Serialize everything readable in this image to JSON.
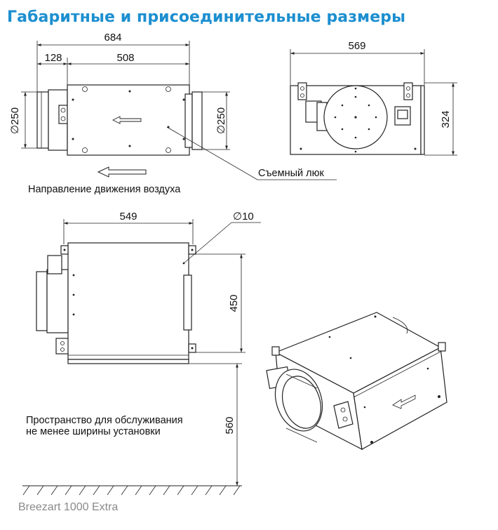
{
  "title": "Габаритные и присоединительные размеры",
  "model": "Breezart 1000 Extra",
  "top_view": {
    "overall_width": "684",
    "spigot_length": "128",
    "body_length": "508",
    "inlet_diameter": "∅250",
    "outlet_diameter": "∅250",
    "hatch_label": "Съемный люк",
    "airflow_label": "Направление движения воздуха"
  },
  "side_view": {
    "width": "569",
    "height": "324"
  },
  "plan_view": {
    "body_length": "549",
    "mount_hole": "∅10",
    "depth": "450",
    "service_clearance": "560",
    "service_note_line1": "Пространство для обслуживания",
    "service_note_line2": "не менее ширины установки"
  }
}
